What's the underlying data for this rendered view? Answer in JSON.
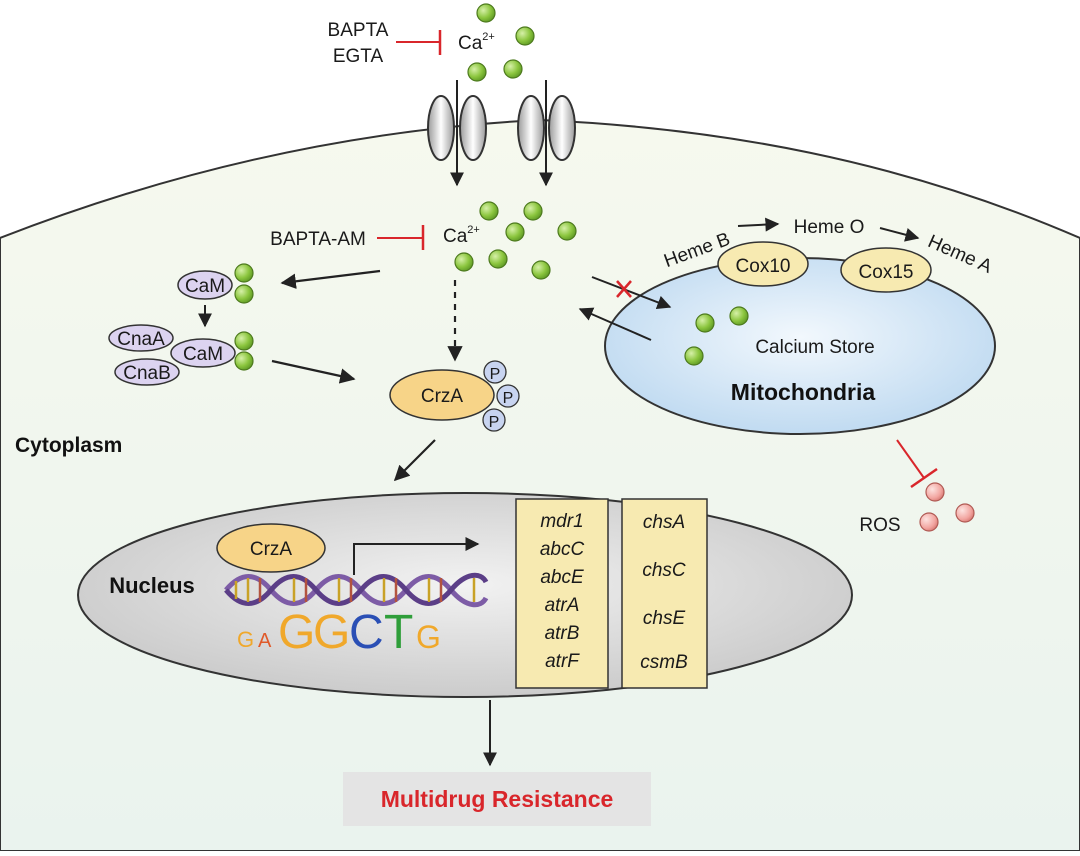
{
  "inhibitors": {
    "extracellular": [
      "BAPTA",
      "EGTA"
    ],
    "intracellular": "BAPTA-AM"
  },
  "calcium": {
    "symbol": "Ca",
    "charge": "2+"
  },
  "heme": {
    "b": "Heme B",
    "o": "Heme O",
    "a": "Heme A"
  },
  "cox": {
    "c10": "Cox10",
    "c15": "Cox15"
  },
  "mitochondria": {
    "store": "Calcium Store",
    "title": "Mitochondria"
  },
  "calmodulin": {
    "cam_top": "CaM",
    "cam_bottom": "CaM",
    "cna_a": "CnaA",
    "cna_b": "CnaB"
  },
  "crza": {
    "label": "CrzA",
    "phospho": "P"
  },
  "compartments": {
    "cytoplasm": "Cytoplasm",
    "nucleus": "Nucleus"
  },
  "nucleus_crza": "CrzA",
  "motif": {
    "letters": [
      "G",
      "A",
      "G",
      "G",
      "C",
      "T",
      "G"
    ]
  },
  "genes_left": [
    "mdr1",
    "abcC",
    "abcE",
    "atrA",
    "atrB",
    "atrF"
  ],
  "genes_right": [
    "chsA",
    "chsC",
    "chsE",
    "csmB"
  ],
  "ros": "ROS",
  "outcome": "Multidrug Resistance",
  "colors": {
    "calcium": "#8cc63f",
    "ros": "#f2a5a0",
    "inhibitor": "#d9262b",
    "outcome": "#d9262b",
    "crza": "#f7d488",
    "cam": "#dcd3f0",
    "mito": "#d7e8f7",
    "nucleus": "#dcdcdc",
    "genebox": "#f7eab1"
  }
}
